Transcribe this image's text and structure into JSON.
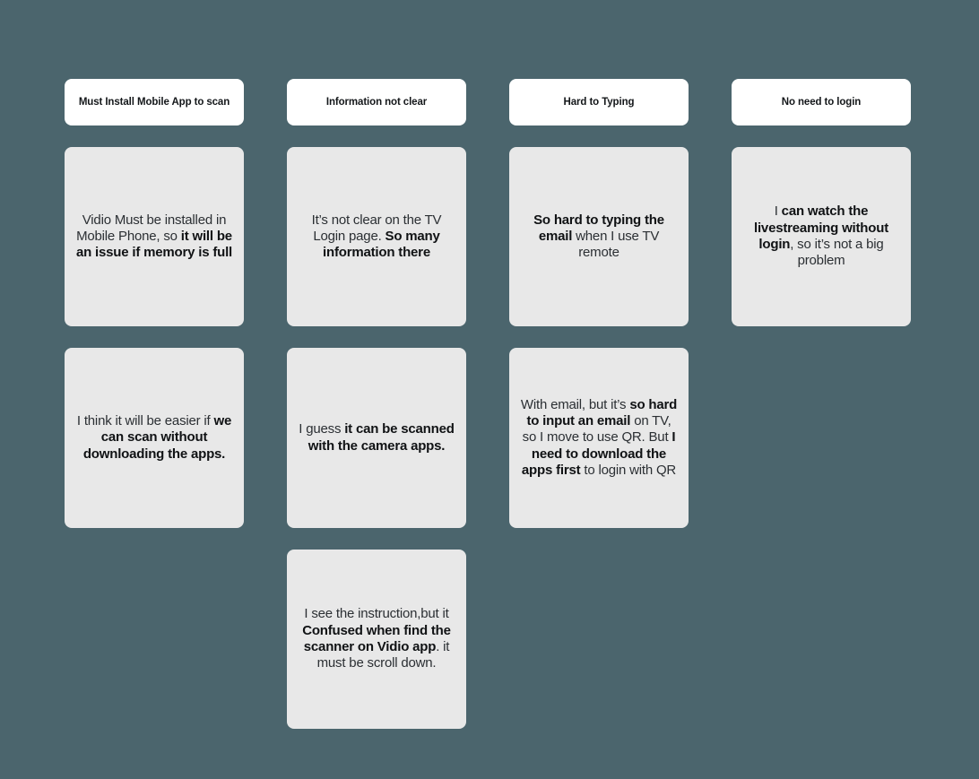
{
  "board": {
    "background_color": "#4b656d",
    "header_card_color": "#ffffff",
    "note_card_color": "#e8e8e8",
    "columns": [
      {
        "header": "Must Install Mobile App to scan",
        "notes": [
          {
            "segments": [
              {
                "text": "Vidio Must be installed in Mobile Phone, so ",
                "bold": false
              },
              {
                "text": "it will be an issue if memory is full",
                "bold": true
              }
            ]
          },
          {
            "segments": [
              {
                "text": "I think it will be easier if ",
                "bold": false
              },
              {
                "text": "we can scan without downloading the apps.",
                "bold": true
              }
            ]
          }
        ]
      },
      {
        "header": "Information not clear",
        "notes": [
          {
            "segments": [
              {
                "text": "It’s not clear on the TV Login page. ",
                "bold": false
              },
              {
                "text": "So many information there",
                "bold": true
              }
            ]
          },
          {
            "segments": [
              {
                "text": "I guess ",
                "bold": false
              },
              {
                "text": "it can be scanned with the camera apps.",
                "bold": true
              }
            ]
          },
          {
            "segments": [
              {
                "text": "I see the instruction,but it ",
                "bold": false
              },
              {
                "text": "Confused when find the scanner on Vidio app",
                "bold": true
              },
              {
                "text": ". it must be scroll down.",
                "bold": false
              }
            ]
          }
        ]
      },
      {
        "header": "Hard to Typing",
        "notes": [
          {
            "segments": [
              {
                "text": "So hard to typing the email",
                "bold": true
              },
              {
                "text": " when I use TV remote",
                "bold": false
              }
            ]
          },
          {
            "segments": [
              {
                "text": "With email, but it’s ",
                "bold": false
              },
              {
                "text": "so hard to input an email",
                "bold": true
              },
              {
                "text": " on TV, so I move to use QR. But ",
                "bold": false
              },
              {
                "text": "I need to download the apps first",
                "bold": true
              },
              {
                "text": "  to login with QR",
                "bold": false
              }
            ]
          }
        ]
      },
      {
        "header": "No need to login",
        "notes": [
          {
            "segments": [
              {
                "text": "I ",
                "bold": false
              },
              {
                "text": "can watch the livestreaming without login",
                "bold": true
              },
              {
                "text": ", so it’s not a big problem",
                "bold": false
              }
            ]
          }
        ]
      }
    ]
  }
}
